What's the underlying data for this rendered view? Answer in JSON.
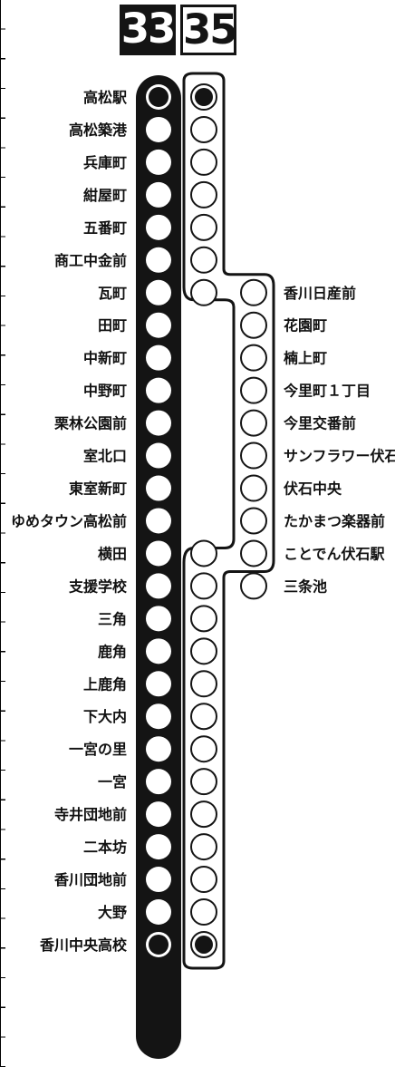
{
  "routes": [
    {
      "number": "33",
      "style": "filled",
      "color": "#141414"
    },
    {
      "number": "35",
      "style": "outline",
      "color": "#141414"
    }
  ],
  "route33_stops": [
    "高松駅",
    "高松築港",
    "兵庫町",
    "紺屋町",
    "五番町",
    "商工中金前",
    "瓦町",
    "田町",
    "中新町",
    "中野町",
    "栗林公園前",
    "室北口",
    "東室新町",
    "ゆめタウン高松前",
    "横田",
    "支援学校",
    "三角",
    "鹿角",
    "上鹿角",
    "下大内",
    "一宮の里",
    "一宮",
    "寺井団地前",
    "二本坊",
    "香川団地前",
    "大野",
    "香川中央高校"
  ],
  "route35_branch_stops": [
    "香川日産前",
    "花園町",
    "楠上町",
    "今里町１丁目",
    "今里交番前",
    "サンフラワー伏石",
    "伏石中央",
    "たかまつ楽器前",
    "ことでん伏石駅",
    "三条池"
  ],
  "terminal_stops": [
    "高松駅",
    "香川中央高校"
  ]
}
